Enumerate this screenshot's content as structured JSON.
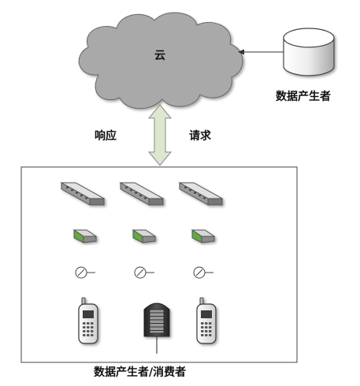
{
  "cloud_label": "云",
  "producer_label": "数据产生者",
  "response_label": "响应",
  "request_label": "请求",
  "bottom_label": "数据产生者/消费者",
  "columns": [
    {
      "endpoint": "phone"
    },
    {
      "endpoint": "sensor"
    },
    {
      "endpoint": "phone"
    }
  ],
  "colors": {
    "cloud": "#a9a9a9",
    "arrow": "#dfe6cf",
    "device": "#c9c9c9",
    "accent": "#64a843"
  }
}
